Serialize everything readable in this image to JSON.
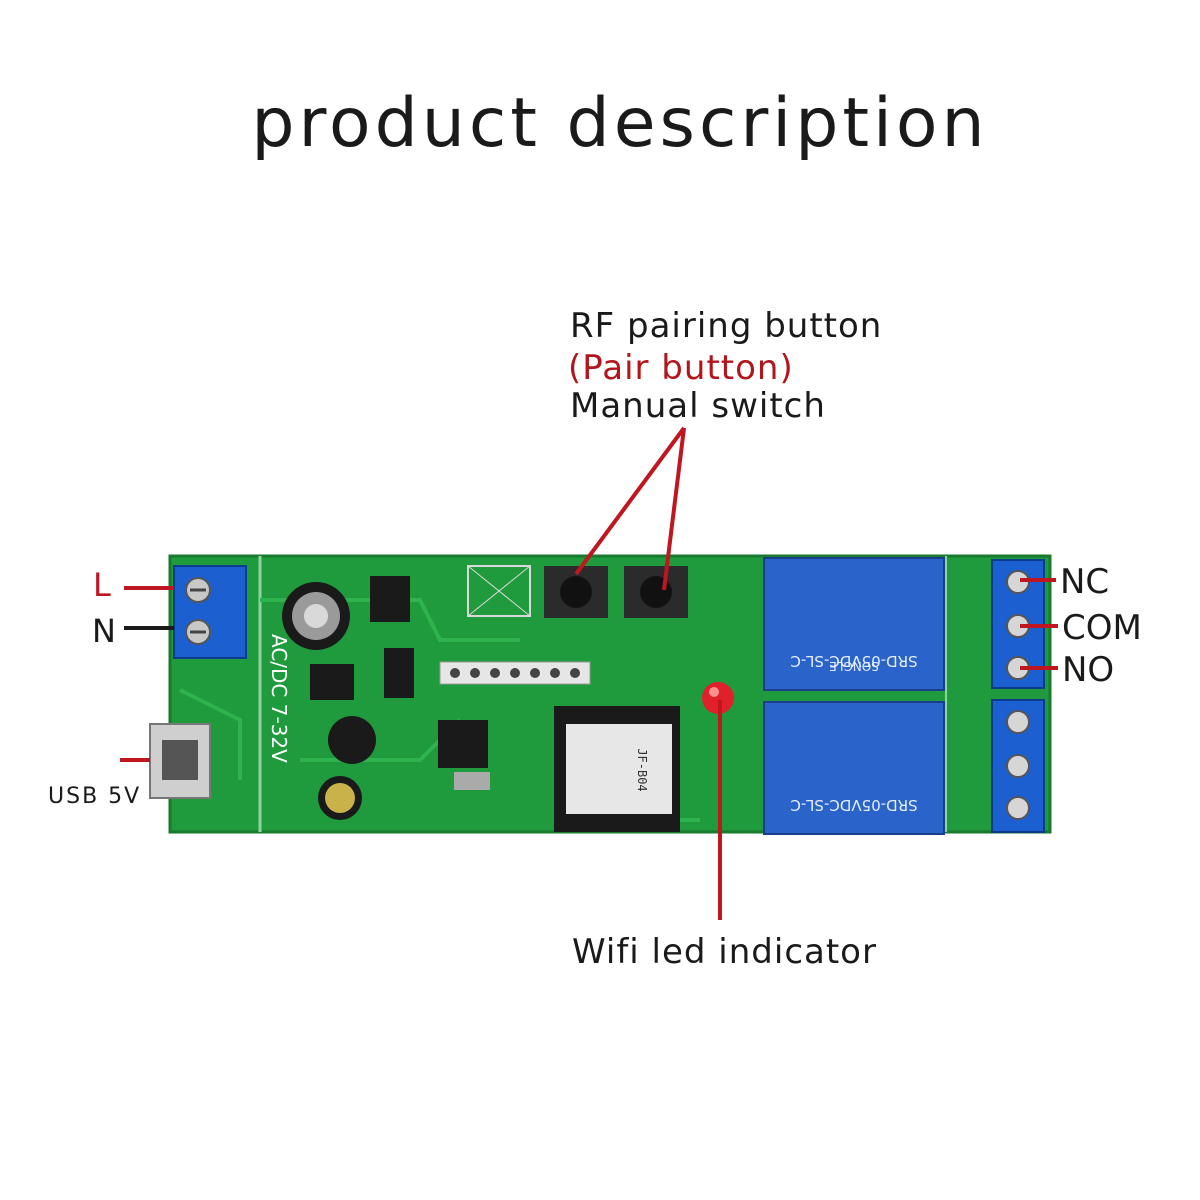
{
  "title": "product description",
  "labels": {
    "rf_pairing": "RF pairing button",
    "pair_button": "(Pair button)",
    "manual_switch": "Manual switch",
    "wifi_led": "Wifi led indicator",
    "l": "L",
    "n": "N",
    "usb": "USB 5V",
    "nc": "NC",
    "com": "COM",
    "no": "NO"
  },
  "board": {
    "silkscreen_voltage": "AC/DC 7-32V",
    "relay_text_1": "SRD-05VDC-SL-C",
    "relay_text_2": "SRD-05VDC-SL-C",
    "relay_brand": "SONGLE",
    "module_text": "JF-B04"
  },
  "colors": {
    "pcb": "#1f9a3c",
    "relay": "#2a63c9",
    "terminal": "#1c5fd0",
    "arrow_red": "#c0161f",
    "led": "#e0202a"
  }
}
